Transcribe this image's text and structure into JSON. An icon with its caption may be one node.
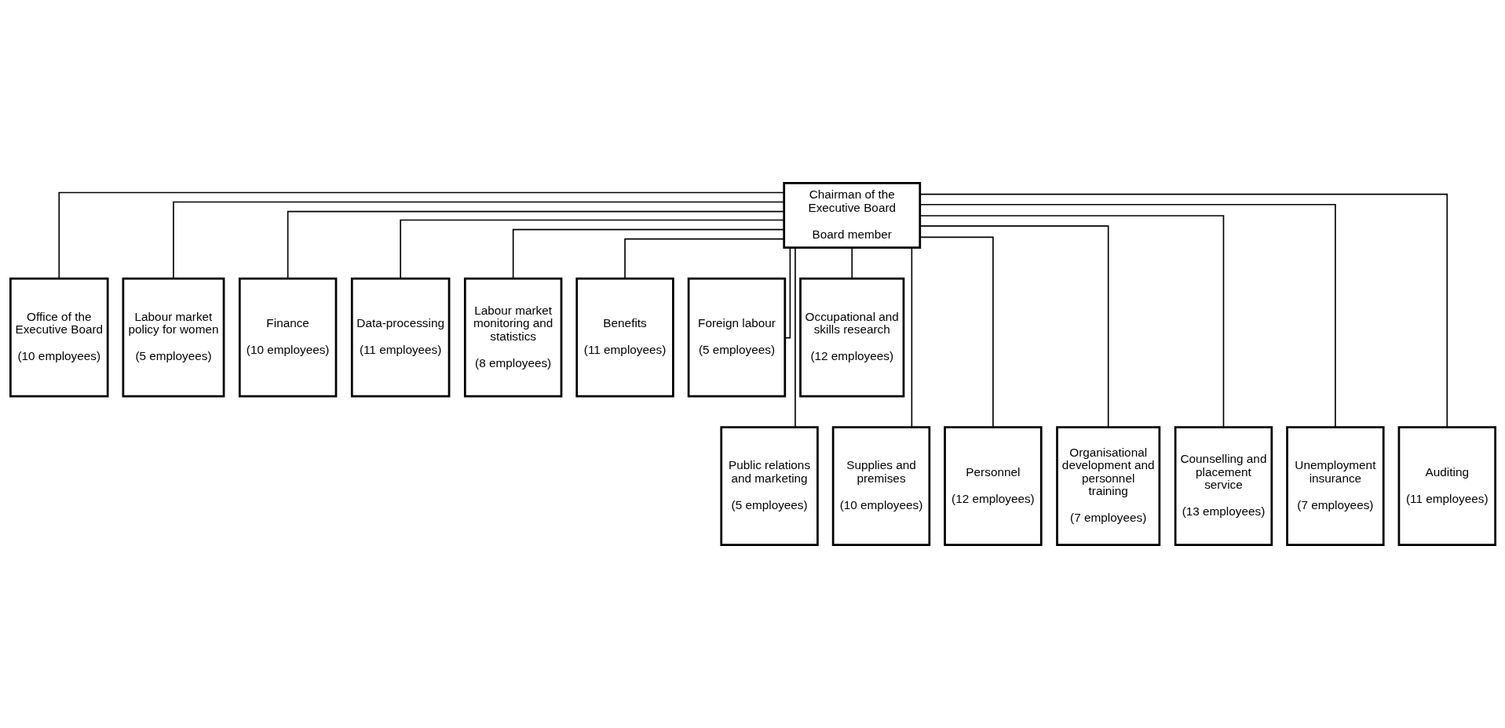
{
  "diagram": {
    "nodes": [
      {
        "text": [
          "Chairman of the Executive Board",
          "Board member"
        ]
      },
      {
        "text": [
          "Office of the Executive Board",
          "(10 employees)"
        ]
      },
      {
        "text": [
          "Labour market policy for women",
          "(5 employees)"
        ]
      },
      {
        "text": [
          "Finance",
          "(10 employees)"
        ]
      },
      {
        "text": [
          "Data-processing",
          "(11 employees)"
        ]
      },
      {
        "text": [
          "Labour market monitoring and statistics",
          "(8 employees)"
        ]
      },
      {
        "text": [
          "Benefits",
          "(11 employees)"
        ]
      },
      {
        "text": [
          "Foreign labour",
          "(5 employees)"
        ]
      },
      {
        "text": [
          "Occupational and skills research",
          "(12 employees)"
        ]
      },
      {
        "text": [
          "Public relations and marketing",
          "(5 employees)"
        ]
      },
      {
        "text": [
          "Supplies and premises",
          "(10 employees)"
        ]
      },
      {
        "text": [
          "Personnel",
          "(12 employees)"
        ]
      },
      {
        "text": [
          "Organisational development and personnel training",
          "(7 employees)"
        ]
      },
      {
        "text": [
          "Counselling and placement service",
          "(13 employees)"
        ]
      },
      {
        "text": [
          "Unemployment insurance",
          "(7 employees)"
        ]
      },
      {
        "text": [
          "Auditing",
          "(11 employees)"
        ]
      }
    ],
    "edges": [
      {
        "from": 0,
        "to": 1,
        "arrow": "none"
      },
      {
        "from": 0,
        "to": 9,
        "arrow": "none"
      },
      {
        "from": 0,
        "to": 2,
        "arrow": "none"
      },
      {
        "from": 0,
        "to": 10,
        "arrow": "none"
      },
      {
        "from": 0,
        "to": 3,
        "arrow": "none"
      },
      {
        "from": 0,
        "to": 11,
        "arrow": "none"
      },
      {
        "from": 0,
        "to": 4,
        "arrow": "none"
      },
      {
        "from": 0,
        "to": 12,
        "arrow": "none"
      },
      {
        "from": 0,
        "to": 5,
        "arrow": "none"
      },
      {
        "from": 0,
        "to": 13,
        "arrow": "none"
      },
      {
        "from": 0,
        "to": 6,
        "arrow": "none"
      },
      {
        "from": 0,
        "to": 14,
        "arrow": "none"
      },
      {
        "from": 0,
        "to": 7,
        "arrow": "none"
      },
      {
        "from": 0,
        "to": 15,
        "arrow": "none"
      },
      {
        "from": 0,
        "to": 8,
        "arrow": "none"
      }
    ]
  }
}
